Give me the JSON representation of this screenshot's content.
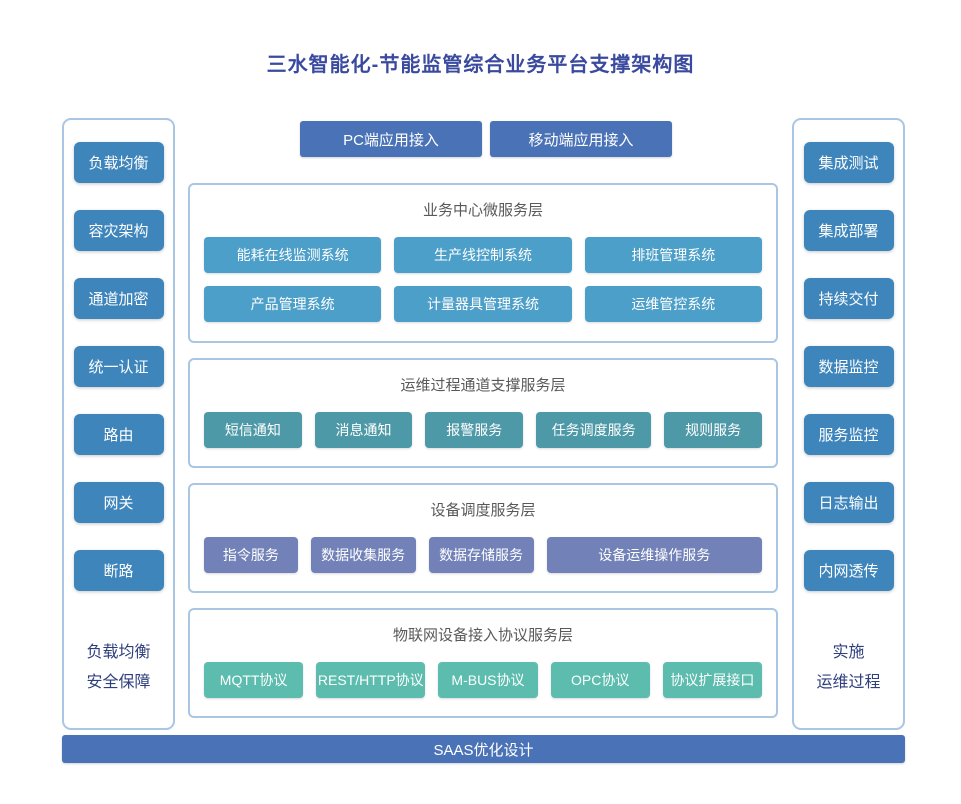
{
  "title": "三水智能化-节能监管综合业务平台支撑架构图",
  "colors": {
    "title_text": "#3a4a9e",
    "primary_blue": "#4a72b7",
    "sidebar_button_blue": "#3e85bc",
    "business_box_blue": "#4c9fc9",
    "channel_box_teal": "#4e99a8",
    "device_box_periwinkle": "#7282b8",
    "iot_box_teal": "#5cbcae",
    "panel_border": "#a9c6e3",
    "caption_text": "#2f3f7e",
    "section_title_text": "#595959"
  },
  "top_buttons": [
    {
      "label": "PC端应用接入"
    },
    {
      "label": "移动端应用接入"
    }
  ],
  "left_panel": {
    "items": [
      "负载均衡",
      "容灾架构",
      "通道加密",
      "统一认证",
      "路由",
      "网关",
      "断路"
    ],
    "footer_lines": [
      "负载均衡",
      "安全保障"
    ]
  },
  "right_panel": {
    "items": [
      "集成测试",
      "集成部署",
      "持续交付",
      "数据监控",
      "服务监控",
      "日志输出",
      "内网透传"
    ],
    "footer_lines": [
      "实施",
      "运维过程"
    ]
  },
  "sections": [
    {
      "title": "业务中心微服务层",
      "rows": [
        [
          "能耗在线监测系统",
          "生产线控制系统",
          "排班管理系统"
        ],
        [
          "产品管理系统",
          "计量器具管理系统",
          "运维管控系统"
        ]
      ]
    },
    {
      "title": "运维过程通道支撑服务层",
      "rows": [
        [
          "短信通知",
          "消息通知",
          "报警服务",
          "任务调度服务",
          "规则服务"
        ]
      ]
    },
    {
      "title": "设备调度服务层",
      "rows": [
        [
          "指令服务",
          "数据收集服务",
          "数据存储服务",
          "设备运维操作服务"
        ]
      ]
    },
    {
      "title": "物联网设备接入协议服务层",
      "rows": [
        [
          "MQTT协议",
          "REST/HTTP协议",
          "M-BUS协议",
          "OPC协议",
          "协议扩展接口"
        ]
      ]
    }
  ],
  "bottom_bar": {
    "label": "SAAS优化设计"
  }
}
